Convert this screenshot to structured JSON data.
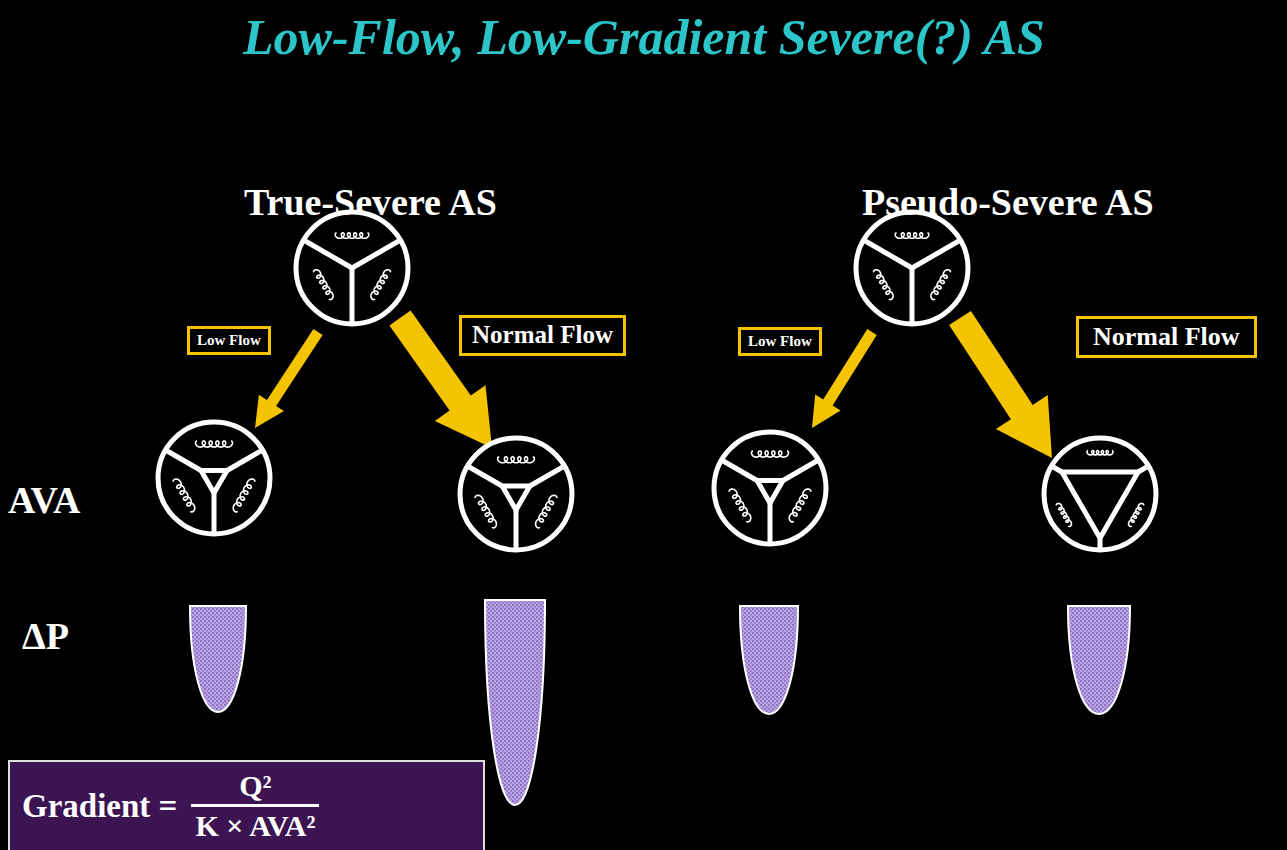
{
  "diagram": {
    "title": "Low-Flow, Low-Gradient Severe(?) AS",
    "nodes": [
      {
        "text": [
          "Low Flow"
        ]
      },
      {
        "text": [
          "Normal Flow"
        ]
      },
      {
        "text": [
          "Low Flow"
        ]
      },
      {
        "text": [
          "Normal Flow"
        ]
      },
      {
        "text": [
          "Gradient =",
          "Q²",
          "K × AVA²"
        ]
      }
    ],
    "labels": [
      "True-Severe AS",
      "Pseudo-Severe AS",
      "AVA",
      "ΔP"
    ]
  }
}
